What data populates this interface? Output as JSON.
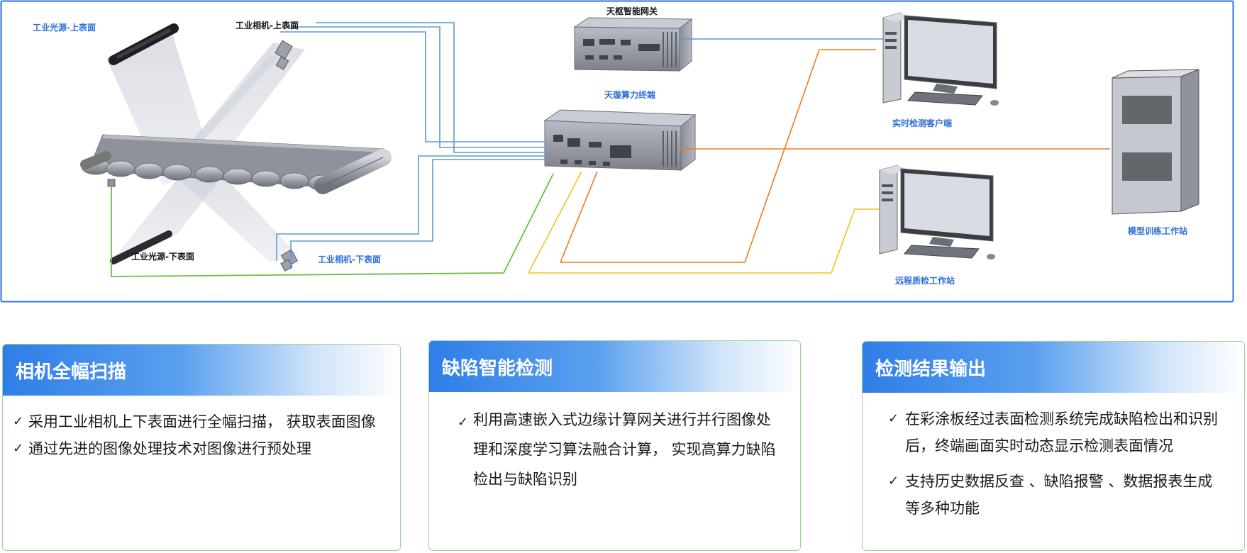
{
  "diagram": {
    "labels": {
      "light_top": "工业光源-上表面",
      "camera_top": "工业相机-上表面",
      "gateway": "天枢智能网关",
      "compute": "天璇算力终端",
      "client": "实时检测客户端",
      "remote": "远程质检工作站",
      "training": "模型训练工作站",
      "light_bottom": "工业光源-下表面",
      "camera_bottom": "工业相机-下表面"
    },
    "colors": {
      "frame": "#2a72e0",
      "link_blue": "#5b9bd5",
      "link_green": "#6abf3c",
      "link_yellow": "#f2c21b",
      "link_orange": "#f07a1a",
      "label_blue": "#2f6fd6"
    }
  },
  "cards": [
    {
      "title": "相机全幅扫描",
      "items": [
        "采用工业相机上下表面进行全幅扫描， 获取表面图像",
        "通过先进的图像处理技术对图像进行预处理"
      ]
    },
    {
      "title": "缺陷智能检测",
      "items": [
        "利用高速嵌入式边缘计算网关进行并行图像处理和深度学习算法融合计算， 实现高算力缺陷检出与缺陷识别"
      ]
    },
    {
      "title": "检测结果输出",
      "items": [
        "在彩涂板经过表面检测系统完成缺陷检出和识别后，终端画面实时动态显示检测表面情况",
        "支持历史数据反查 、缺陷报警 、数据报表生成等多种功能"
      ]
    }
  ],
  "check_glyph": "✓"
}
